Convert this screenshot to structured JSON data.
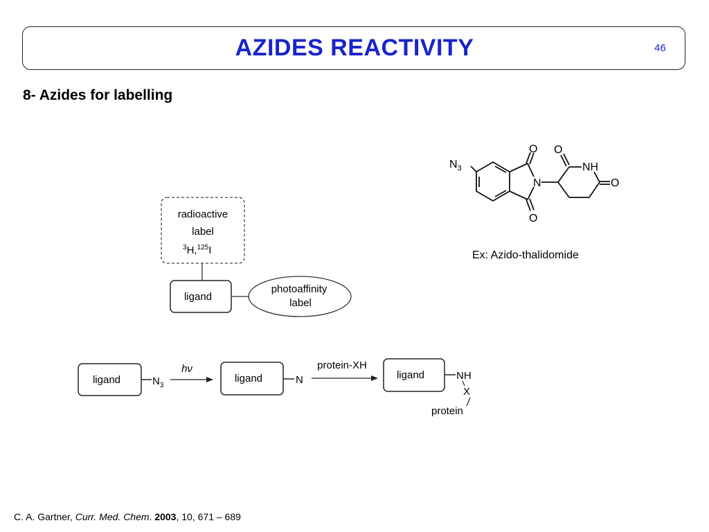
{
  "slide": {
    "title": "AZIDES REACTIVITY",
    "page_number": "46",
    "section_heading": "8- Azides for labelling"
  },
  "label_diagram": {
    "radio_line1": "radioactive",
    "radio_line2": "label",
    "isotope1_mass": "3",
    "isotope1_symbol": "H,",
    "isotope2_mass": "125",
    "isotope2_symbol": "I",
    "ligand": "ligand",
    "photo_line1": "photoaffinity",
    "photo_line2": "label"
  },
  "reaction": {
    "ligand1": "ligand",
    "azide_n": "N",
    "azide_sub": "3",
    "arrow1_label": "hν",
    "ligand2": "ligand",
    "nitrene": "N",
    "arrow2_label": "protein-XH",
    "ligand3": "ligand",
    "nh": "NH",
    "x": "X",
    "protein": "protein"
  },
  "molecule": {
    "n3_n": "N",
    "n3_sub": "3",
    "o_top": "O",
    "o_bottom": "O",
    "n_ring": "N",
    "o_lactam": "O",
    "nh": "NH",
    "o_right": "O"
  },
  "example_caption": "Ex: Azido-thalidomide",
  "citation": {
    "authors": "C. A. Gartner, ",
    "journal": "Curr. Med. Chem",
    "journal_dot": ". ",
    "year": "2003",
    "rest": ", 10, 671 – 689"
  }
}
